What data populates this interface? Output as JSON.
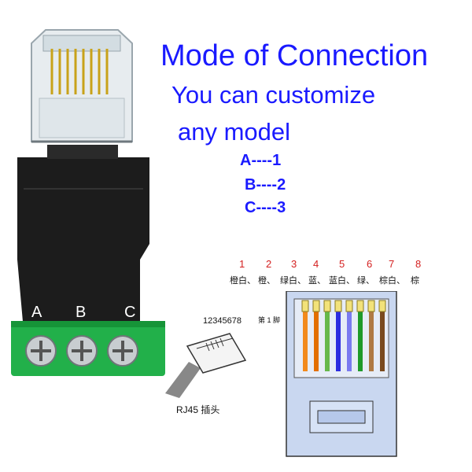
{
  "header": {
    "title": "Mode of Connection",
    "subtitle_line1": "You can customize",
    "subtitle_line2": "any model"
  },
  "mapping": [
    "A----1",
    "B----2",
    "C----3"
  ],
  "terminal_labels": [
    "A",
    "B",
    "C"
  ],
  "pin_numbers": [
    "1",
    "2",
    "3",
    "4",
    "5",
    "6",
    "7",
    "8"
  ],
  "pin_colors": [
    "橙白、",
    "橙、",
    "绿白、",
    "蓝、",
    "蓝白、",
    "绿、",
    "棕白、",
    "棕"
  ],
  "diagram": {
    "pin1_label": "第 1 脚",
    "rj45_numbers": "12345678",
    "rj45_caption": "RJ45 插头"
  },
  "colors": {
    "text_blue": "#1a1aff",
    "pin_number_red": "#d42020",
    "terminal_green": "#22b04a",
    "adapter_body": "#1c1c1c"
  },
  "icons": [
    "rj45-plug-icon",
    "screw-icon"
  ]
}
